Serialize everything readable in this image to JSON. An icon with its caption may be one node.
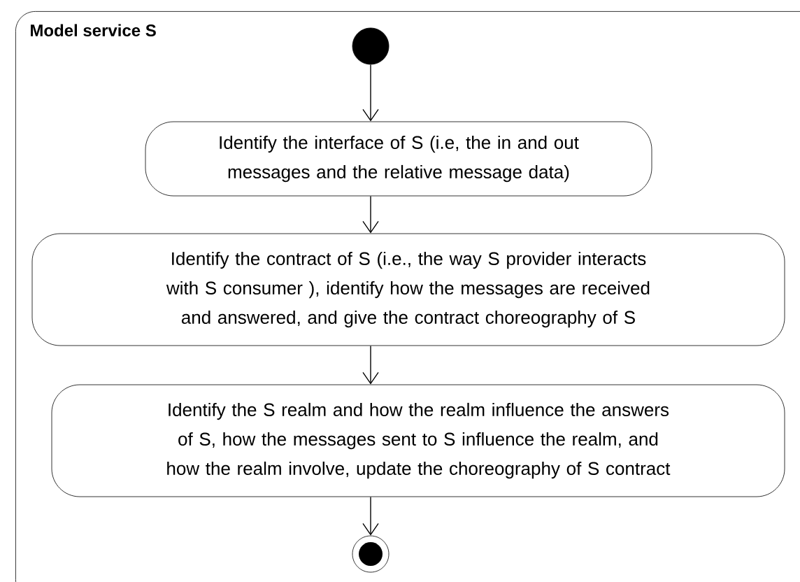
{
  "diagram": {
    "nodes": [
      {
        "text": [
          "Model service S"
        ]
      },
      {
        "text": [],
        "shape": "circle",
        "in": 0
      },
      {
        "text": [
          "Identify the interface of S (i.e, the in and out messages and the relative message data)"
        ],
        "in": 0
      },
      {
        "text": [
          "Identify the contract of S (i.e., the way S provider interacts with S consumer ), identify how the messages are received and answered, and give the contract choreography of S"
        ],
        "in": 0
      },
      {
        "text": [
          "Identify the S realm and how the realm influence the answers of S, how the messages sent to S influence the realm, and how the realm involve, update the choreography of S contract"
        ],
        "in": 0
      },
      {
        "text": [],
        "shape": "circle",
        "in": 0
      }
    ],
    "edges": [
      {
        "from": 1,
        "to": 2,
        "arrow": "to"
      },
      {
        "from": 2,
        "to": 3,
        "arrow": "to"
      },
      {
        "from": 3,
        "to": 4,
        "arrow": "to"
      },
      {
        "from": 4,
        "to": 5,
        "arrow": "to"
      }
    ]
  }
}
